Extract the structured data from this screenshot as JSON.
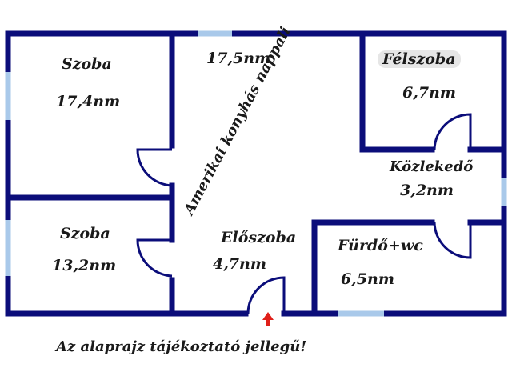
{
  "colors": {
    "wall": "#0b0d7a",
    "window": "#a9c9ea",
    "entrance_arrow": "#e0201a"
  },
  "rooms": {
    "room1": {
      "name": "Szoba",
      "area": "17,4nm"
    },
    "living": {
      "name": "Amerikai konyhás nappali",
      "area": "17,5nm"
    },
    "half_room": {
      "name": "Félszoba",
      "area": "6,7nm"
    },
    "corridor": {
      "name": "Közlekedő",
      "area": "3,2nm"
    },
    "room2": {
      "name": "Szoba",
      "area": "13,2nm"
    },
    "hall": {
      "name": "Előszoba",
      "area": "4,7nm"
    },
    "bath": {
      "name": "Fürdő+wc",
      "area": "6,5nm"
    }
  },
  "disclaimer": "Az alaprajz tájékoztató jellegű!",
  "icons": {
    "entrance": "arrow-up-icon"
  }
}
